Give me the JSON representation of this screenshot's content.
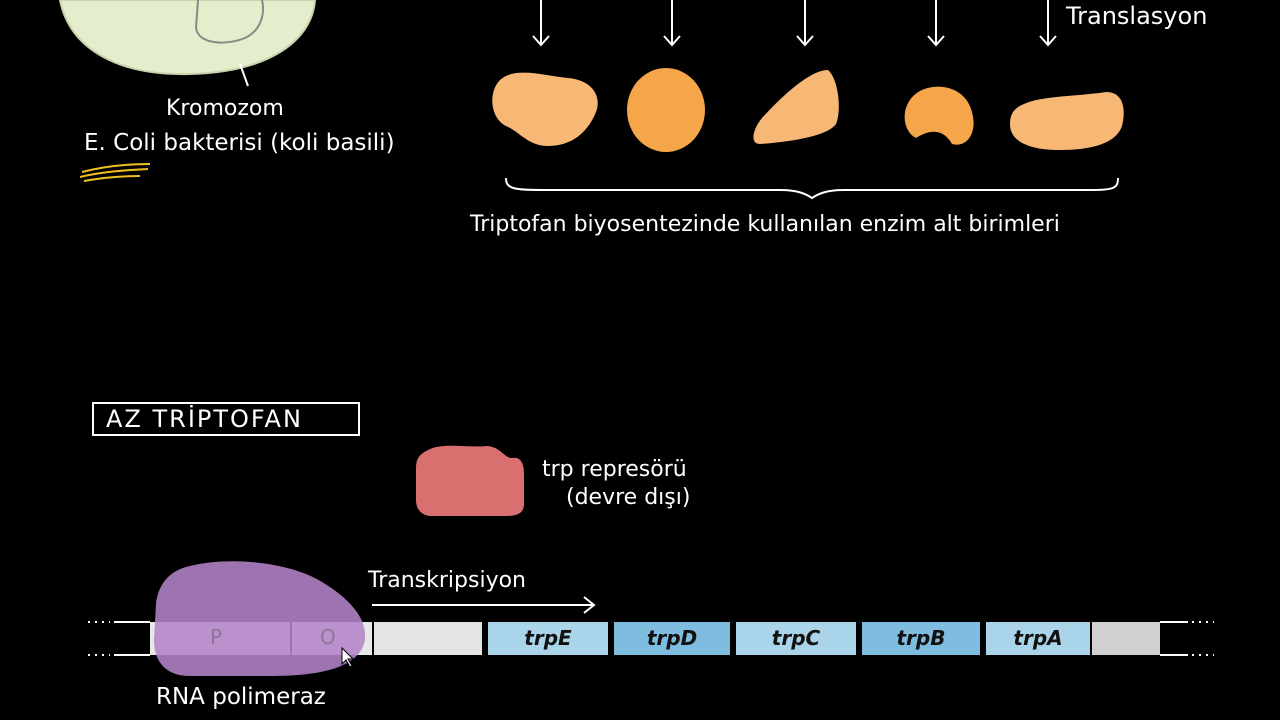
{
  "labels": {
    "translation": "Translasyon",
    "chromosome": "Kromozom",
    "ecoli": "E. Coli bakterisi (koli basili)",
    "enzyme_caption": "Triptofan biyosentezinde kullanılan enzim alt birimleri",
    "condition": "AZ TRİPTOFAN",
    "repressor_line1": "trp represörü",
    "repressor_line2": "(devre dışı)",
    "transcription": "Transkripsiyon",
    "polymerase": "RNA polimeraz"
  },
  "operon": {
    "promoter": "P",
    "operator": "O",
    "genes": [
      "trpE",
      "trpD",
      "trpC",
      "trpB",
      "trpA"
    ]
  },
  "colors": {
    "enzyme_orange": "#f5a54a",
    "enzyme_light": "#f7b775",
    "repressor": "#d9706f",
    "polymerase": "#b383c8",
    "gene_light": "#a9d4ea",
    "gene_dark": "#7fbde0",
    "dna_gray": "#d0d0d0",
    "ecoli_cell": "#e4edcc",
    "highlight": "#f0c020"
  }
}
